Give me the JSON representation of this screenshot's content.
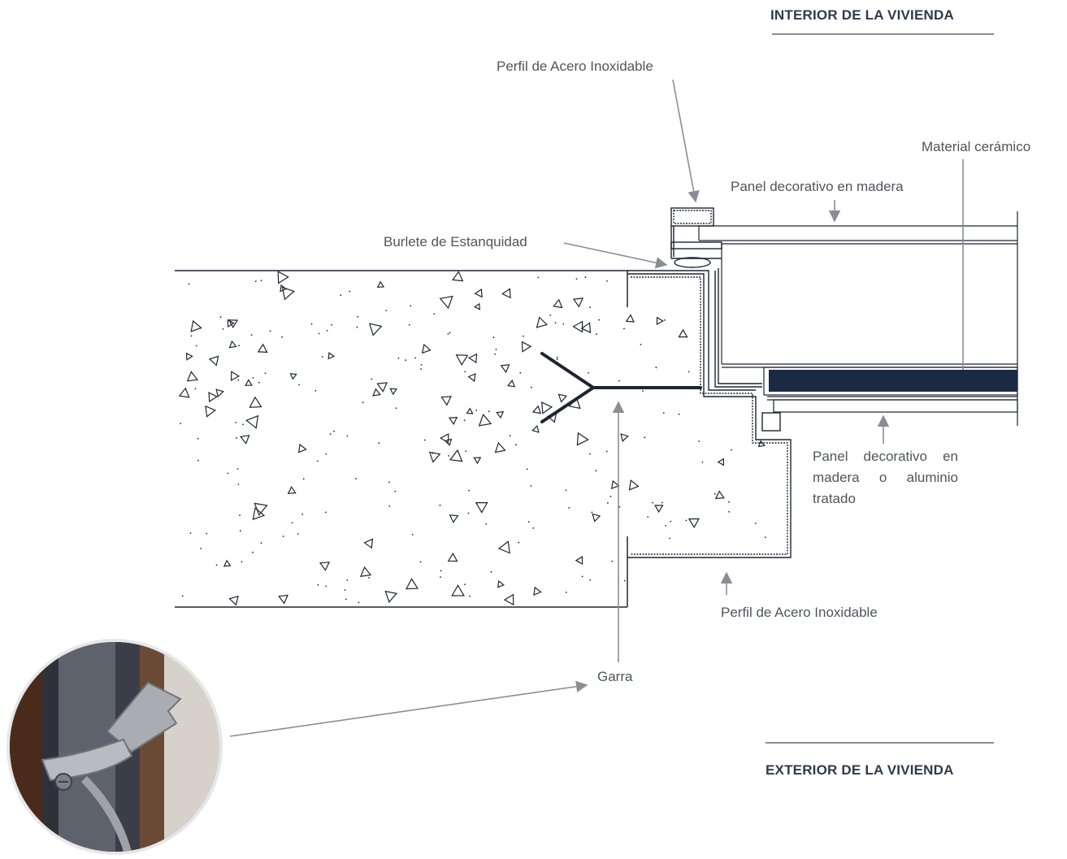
{
  "headers": {
    "interior": "INTERIOR DE LA VIVIENDA",
    "exterior": "EXTERIOR DE LA VIVIENDA"
  },
  "labels": {
    "perfil_top": "Perfil de Acero Inoxidable",
    "material_ceramico": "Material cerámico",
    "panel_madera": "Panel decorativo en madera",
    "burlete": "Burlete de Estanquidad",
    "panel_madera_aluminio": "Panel decorativo en madera o aluminio tratado",
    "perfil_bottom": "Perfil de Acero Inoxidable",
    "garra": "Garra"
  },
  "colors": {
    "line": "#1d2530",
    "arrow": "#8a8d93",
    "ceramic": "#1b2a44"
  },
  "photo": {
    "icon": "garra-photo-icon"
  }
}
